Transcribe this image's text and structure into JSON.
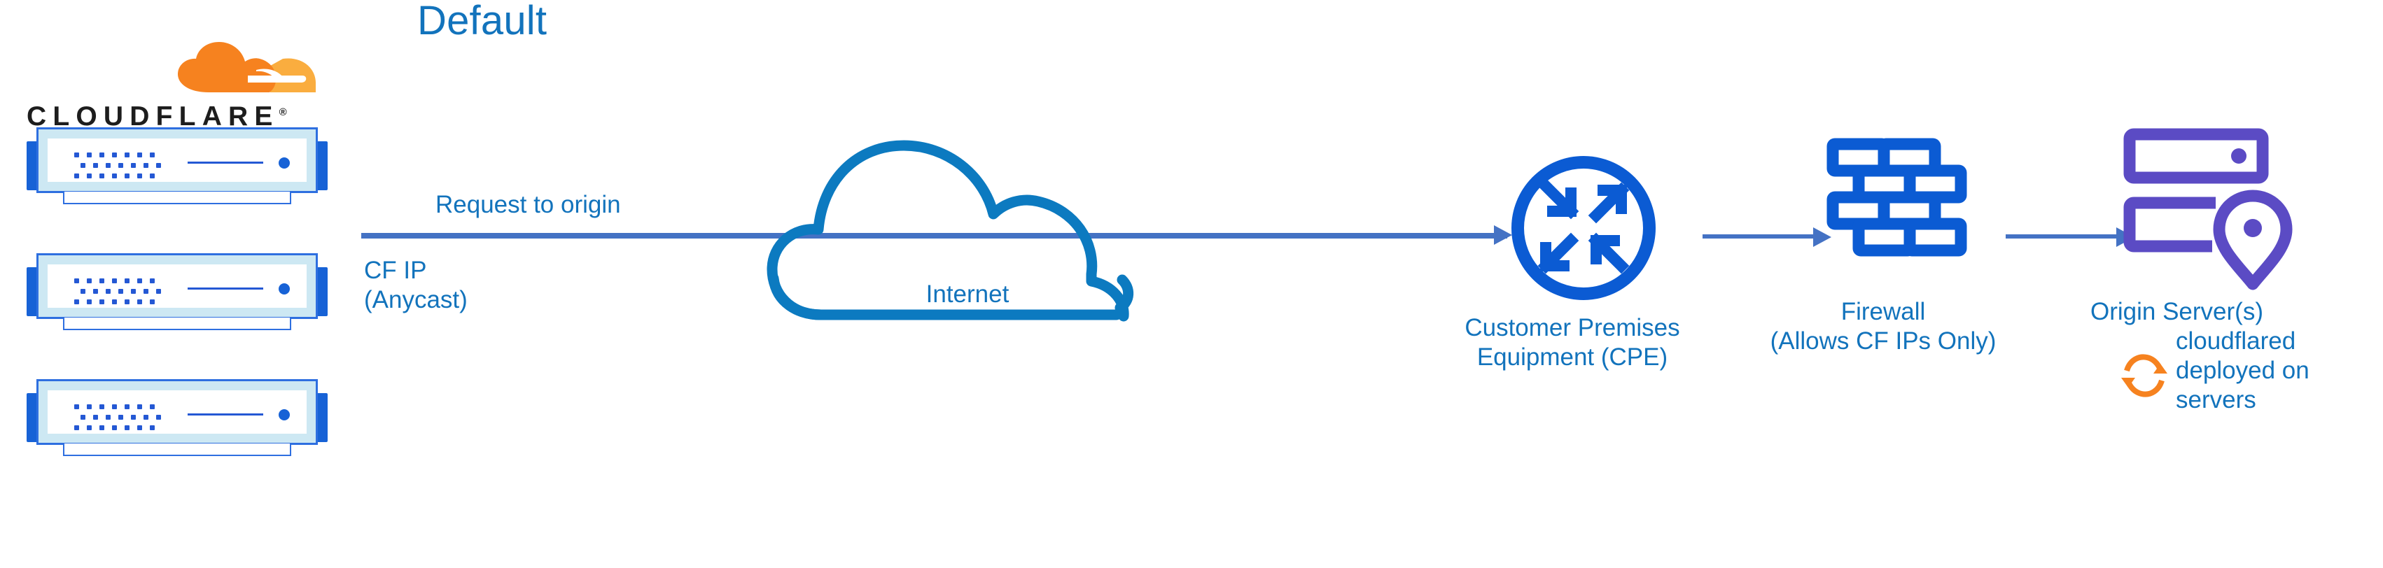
{
  "meta": {
    "title": "Default",
    "colors": {
      "title_blue": "#1273BC",
      "label_blue": "#1273BC",
      "arrow_blue": "#4472C4",
      "icon_blue": "#0B5BD3",
      "cloud_blue": "#0C7AC0",
      "origin_purple": "#5B4BC4",
      "cloudflare_orange": "#F6821F",
      "cloudflare_orange_light": "#FAAD3F",
      "wordmark_black": "#1d1d1d",
      "rack_fill": "#CDE8F3",
      "rack_border": "#2E6FE0"
    }
  },
  "brand": {
    "wordmark": "CLOUDFLARE",
    "registered_mark": "®",
    "logo_icon_name": "cloudflare-cloud-logo"
  },
  "nodes": [
    {
      "id": "cloudflare-edge",
      "icon": "server-rack-icon",
      "count": 3
    },
    {
      "id": "internet",
      "icon": "cloud-icon",
      "label": "Internet"
    },
    {
      "id": "cpe",
      "icon": "router-four-arrows-icon",
      "label_line1": "Customer Premises",
      "label_line2": "Equipment (CPE)"
    },
    {
      "id": "firewall",
      "icon": "brick-wall-icon",
      "label_line1": "Firewall",
      "label_line2": "(Allows CF IPs Only)"
    },
    {
      "id": "origin",
      "icon": "server-with-location-pin-icon",
      "label": "Origin Server(s)"
    }
  ],
  "flow": {
    "request_label": "Request to origin",
    "source_ip_line1": "CF IP",
    "source_ip_line2": "(Anycast)",
    "arrows": [
      {
        "from": "cloudflare-edge",
        "to": "cpe",
        "through": "internet"
      },
      {
        "from": "cpe",
        "to": "firewall"
      },
      {
        "from": "firewall",
        "to": "origin"
      }
    ]
  },
  "annotations": {
    "cloudflared": {
      "icon": "refresh-cycle-icon",
      "line1": "cloudflared",
      "line2": "deployed on",
      "line3": "servers"
    }
  }
}
